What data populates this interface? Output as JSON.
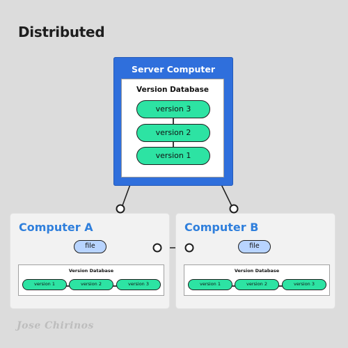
{
  "title": "Distributed",
  "server": {
    "title": "Server Computer",
    "database": {
      "title": "Version Database",
      "versions": [
        "version 3",
        "version 2",
        "version 1"
      ]
    }
  },
  "computers": [
    {
      "title": "Computer A",
      "file_label": "file",
      "database": {
        "title": "Version Database",
        "versions": [
          "version 1",
          "version 2",
          "version 3"
        ]
      }
    },
    {
      "title": "Computer B",
      "file_label": "file",
      "database": {
        "title": "Version Database",
        "versions": [
          "version 1",
          "version 2",
          "version 3"
        ]
      }
    }
  ],
  "watermark": "Jose Chirinos",
  "colors": {
    "background": "#dcdcdc",
    "server": "#2f6fdc",
    "computer_title": "#2f7fdc",
    "version_pill": "#2de3a3",
    "file_pill": "#b8d4ff"
  }
}
